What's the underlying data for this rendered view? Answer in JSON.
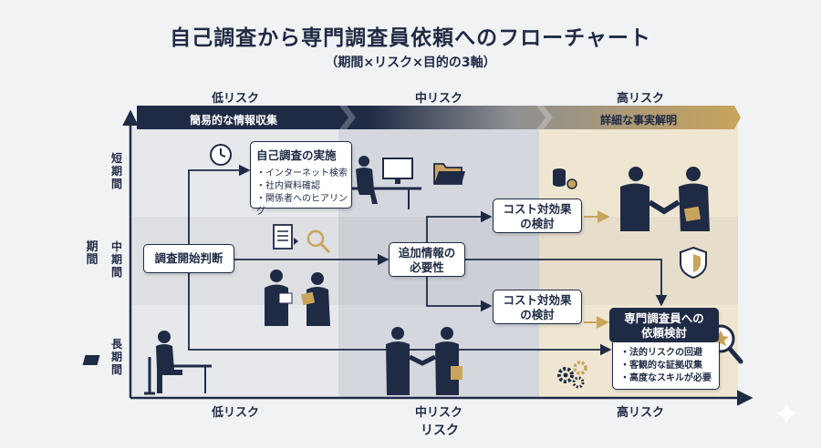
{
  "title": "自己調査から専門調査員依頼へのフローチャート",
  "subtitle": "（期間×リスク×目的の3軸）",
  "risk_columns": {
    "low": "低リスク",
    "mid": "中リスク",
    "high": "高リスク"
  },
  "bands": {
    "left": "簡易的な情報収集",
    "right": "詳細な事実解明"
  },
  "y_axis": {
    "title": "期間",
    "short": "短期間",
    "mid": "中期間",
    "long": "長期間"
  },
  "x_axis": {
    "title": "リスク",
    "low": "低リスク",
    "mid": "中リスク",
    "high": "高リスク"
  },
  "nodes": {
    "start": "調査開始判断",
    "self": {
      "title": "自己調査の実施",
      "items": [
        "・インターネット検索",
        "・社内資料確認",
        "・関係者へのヒアリング"
      ]
    },
    "need": {
      "line1": "追加情報の",
      "line2": "必要性"
    },
    "cost_top": {
      "line1": "コスト対効果",
      "line2": "の検討"
    },
    "cost_bottom": {
      "line1": "コスト対効果",
      "line2": "の検討"
    },
    "expert": {
      "line1": "専門調査員への",
      "line2": "依頼検討",
      "items": [
        "・法的リスクの回避",
        "・客観的な証拠収集",
        "・高度なスキルが必要"
      ]
    }
  },
  "icons": [
    "clock-icon",
    "folder-icon",
    "document-icon",
    "magnifier-icon",
    "database-gear-icon",
    "shield-icon",
    "gears-icon",
    "star-magnifier-icon",
    "sparkle-icon"
  ],
  "colors": {
    "navy": "#1f2a44",
    "gold": "#c9a45c",
    "paper": "#f1f2f4"
  }
}
